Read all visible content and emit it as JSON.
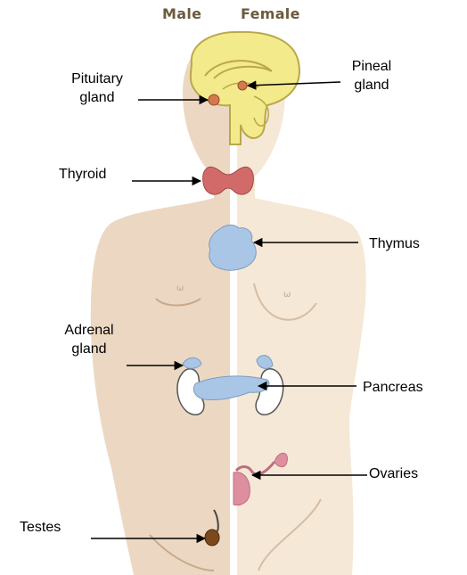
{
  "headers": {
    "male": "Male",
    "female": "Female"
  },
  "labels": {
    "pituitary_line1": "Pituitary",
    "pituitary_line2": "gland",
    "pineal_line1": "Pineal",
    "pineal_line2": "gland",
    "thyroid": "Thyroid",
    "thymus": "Thymus",
    "adrenal_line1": "Adrenal",
    "adrenal_line2": "gland",
    "pancreas": "Pancreas",
    "ovaries": "Ovaries",
    "testes": "Testes"
  },
  "colors": {
    "male_skin": "#ecd8c2",
    "female_skin": "#f6e8d6",
    "brain": "#f3ea8c",
    "thyroid": "#d36a6a",
    "gland_blue": "#a9c6e6",
    "ovary_pink": "#dd8fa0",
    "testes_brown": "#7a4a1c"
  }
}
